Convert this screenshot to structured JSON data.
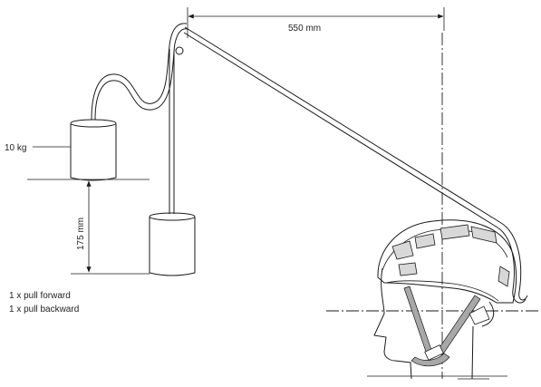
{
  "labels": {
    "horizontal_distance": "550 mm",
    "drop_height": "175 mm",
    "mass": "10 kg",
    "instruction_forward": "1 x pull forward",
    "instruction_backward": "1 x pull backward"
  },
  "colors": {
    "line": "#1a1a1a",
    "strap_gray": "#a8a8a8",
    "vent_gray": "#d8d8d8"
  }
}
